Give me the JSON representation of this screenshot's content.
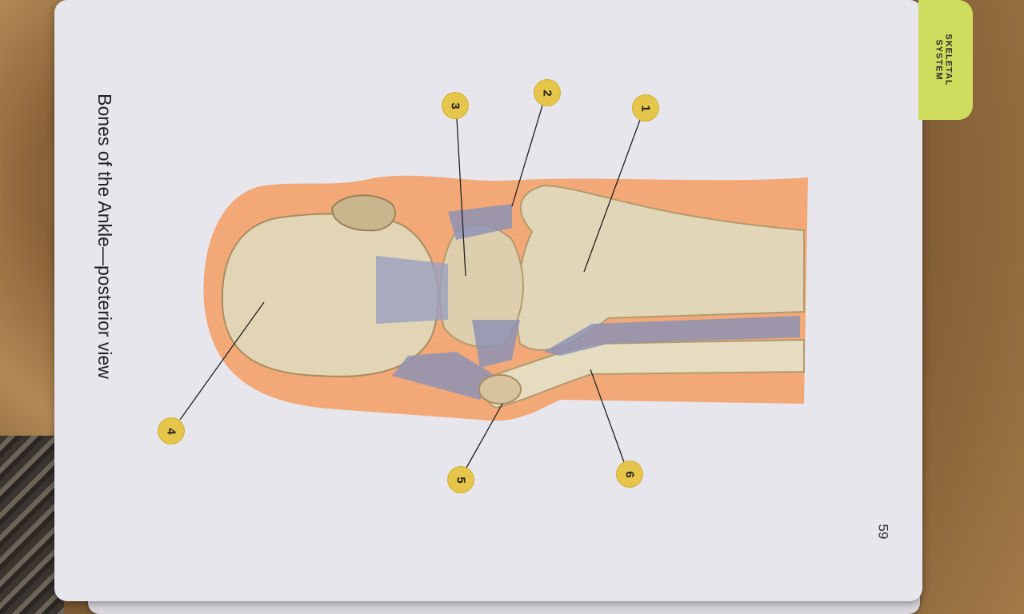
{
  "card": {
    "tab_label": "SKELETAL\nSYSTEM",
    "title": "Bones of the Ankle—posterior view",
    "page_number": "59"
  },
  "callouts": [
    "1",
    "2",
    "3",
    "4",
    "5",
    "6"
  ],
  "colors": {
    "tab": "#cedd5e",
    "callout": "#e6c64a",
    "skin_outline": "#f3a877",
    "bone": "#e2d6b8",
    "ligament": "#8d93b3"
  }
}
